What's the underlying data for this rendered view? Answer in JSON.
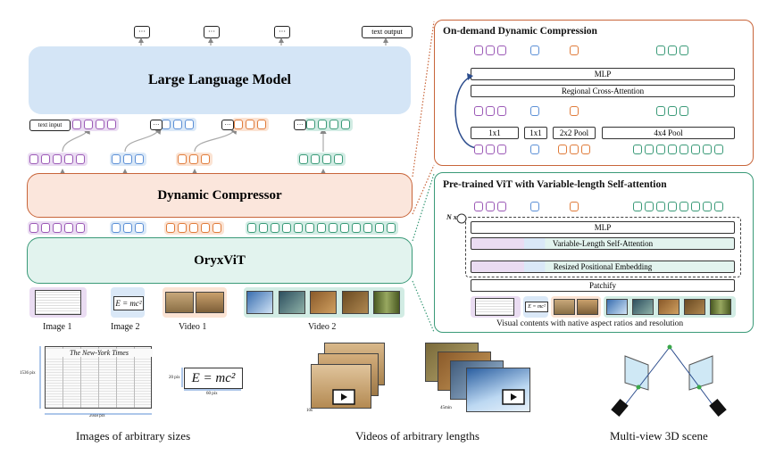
{
  "llm": {
    "label": "Large Language Model"
  },
  "compressor": {
    "label": "Dynamic Compressor"
  },
  "vit": {
    "label": "OryxViT"
  },
  "outputs": {
    "dots": "···",
    "text_output": "text output"
  },
  "text_input": "text input",
  "inputs": {
    "image1": "Image 1",
    "image2": "Image 2",
    "video1": "Video 1",
    "video2": "Video 2",
    "formula": "E = mc²"
  },
  "panel_top": {
    "title": "On-demand Dynamic Compression",
    "mlp": "MLP",
    "rca": "Regional Cross-Attention",
    "pool1": "1x1",
    "pool2": "1x1",
    "pool3": "2x2 Pool",
    "pool4": "4x4 Pool"
  },
  "panel_bottom": {
    "title": "Pre-trained ViT with Variable-length Self-attention",
    "nx": "N x",
    "mlp": "MLP",
    "vlsa": "Variable-Length Self-Attention",
    "rpe": "Resized Positional Embedding",
    "patchify": "Patchify",
    "caption": "Visual contents with native aspect ratios and resolution"
  },
  "bottom": {
    "images_caption": "Images of arbitrary sizes",
    "videos_caption": "Videos of arbitrary lengths",
    "scene_caption": "Multi-view 3D scene",
    "h_pix": "1536 pix",
    "w_pix": "2048 pix",
    "small_h": "20 pix",
    "small_w": "60 pix",
    "len_short": "10s",
    "len_long": "45min",
    "newspaper": "The New-York Times"
  },
  "colors": {
    "purple": "#9b59b6",
    "blue": "#5b8fd6",
    "orange": "#e07b3a",
    "green": "#3a9a78",
    "llm_fill": "#d4e5f6",
    "compressor_fill": "#fbe6dc",
    "compressor_border": "#c8653a",
    "vit_fill": "#e2f3ee",
    "vit_border": "#3a9a78"
  }
}
